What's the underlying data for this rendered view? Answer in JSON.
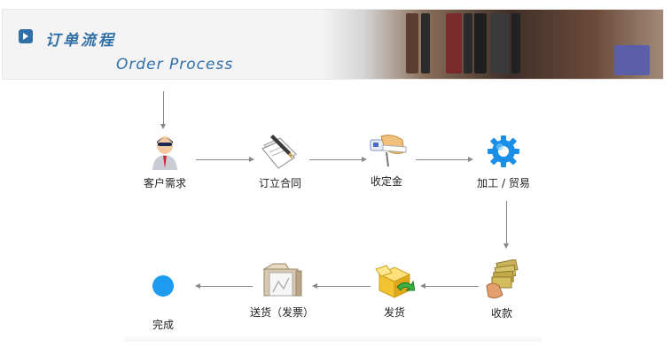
{
  "header": {
    "title_cn": "订单流程",
    "title_en": "Order Process"
  },
  "steps": [
    {
      "label": "客户需求",
      "icon": "customer-icon"
    },
    {
      "label": "订立合同",
      "icon": "contract-icon"
    },
    {
      "label": "收定金",
      "icon": "deposit-icon"
    },
    {
      "label": "加工 / 贸易",
      "icon": "processing-gear-icon"
    },
    {
      "label": "收款",
      "icon": "payment-money-icon"
    },
    {
      "label": "发货",
      "icon": "shipping-box-icon"
    },
    {
      "label": "送货（发票）",
      "icon": "delivery-invoice-icon"
    },
    {
      "label": "完成",
      "icon": "complete-dot-icon"
    }
  ],
  "colors": {
    "title": "#2f6fa8",
    "arrow": "#888888",
    "complete_dot": "#1e9cf0"
  }
}
